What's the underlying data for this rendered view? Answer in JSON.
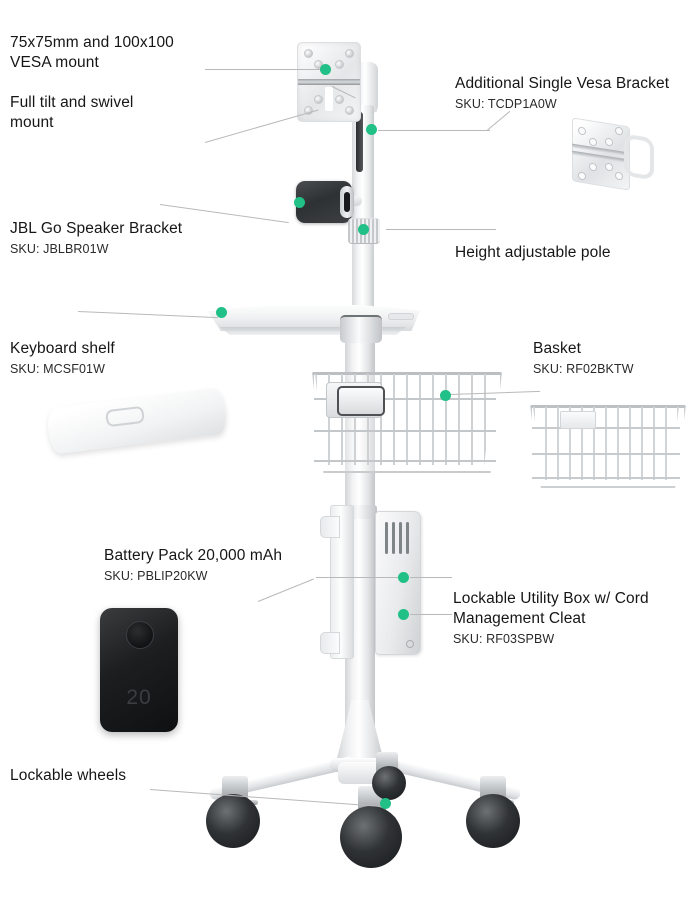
{
  "diagram": {
    "title": "Medical cart accessories callout diagram",
    "accent_dot_color": "#21c086",
    "leader_line_color": "#b9b9b9",
    "background_color": "#ffffff"
  },
  "callouts": [
    {
      "id": "vesa-mount-spec",
      "title": "75x75mm and 100x100\nVESA mount",
      "sku": ""
    },
    {
      "id": "tilt-swivel-spec",
      "title": "Full tilt and swivel\nmount",
      "sku": ""
    },
    {
      "id": "additional-single-vesa-bracket",
      "title": "Additional Single Vesa Bracket",
      "sku": "SKU: TCDP1A0W"
    },
    {
      "id": "jbl-go-speaker-bracket",
      "title": "JBL Go Speaker Bracket",
      "sku": "SKU: JBLBR01W"
    },
    {
      "id": "height-adjustable-pole",
      "title": "Height adjustable pole",
      "sku": ""
    },
    {
      "id": "keyboard-shelf",
      "title": "Keyboard shelf",
      "sku": "SKU: MCSF01W"
    },
    {
      "id": "basket",
      "title": "Basket",
      "sku": "SKU: RF02BKTW"
    },
    {
      "id": "battery-pack",
      "title": "Battery Pack 20,000 mAh",
      "sku": "SKU: PBLIP20KW"
    },
    {
      "id": "lockable-utility-box",
      "title": "Lockable Utility Box w/ Cord\nManagement Cleat",
      "sku": "SKU: RF03SPBW"
    },
    {
      "id": "lockable-wheels",
      "title": "Lockable wheels",
      "sku": ""
    }
  ],
  "product_images": {
    "battery_pack": {
      "screen_label": "",
      "capacity_label": "20"
    }
  }
}
